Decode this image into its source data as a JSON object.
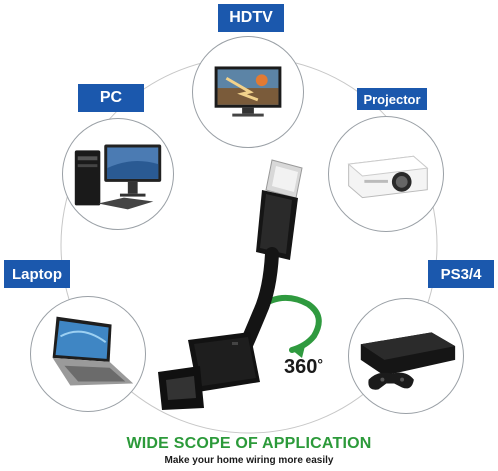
{
  "labels": {
    "hdtv": "HDTV",
    "pc": "PC",
    "projector": "Projector",
    "laptop": "Laptop",
    "ps": "PS3/4"
  },
  "rotation": {
    "text": "360",
    "symbol": "°"
  },
  "headline": {
    "title": "WIDE SCOPE OF APPLICATION",
    "subtitle": "Make your home wiring more easily"
  },
  "colors": {
    "label_bg": "#1b58ad",
    "title_green": "#2c9a3a",
    "arrow_green": "#2f9a3f",
    "cable": "#141414"
  }
}
